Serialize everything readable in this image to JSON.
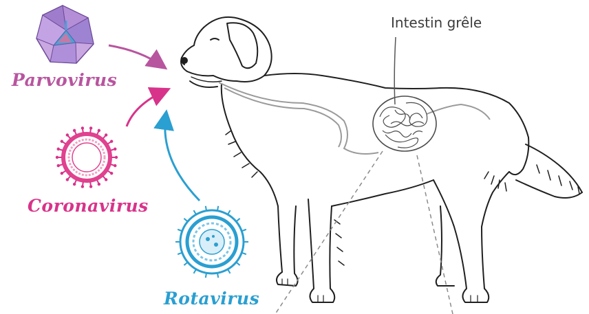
{
  "labels": {
    "parvovirus": "Parvovirus",
    "coronavirus": "Coronavirus",
    "rotavirus": "Rotavirus",
    "intestin": "Intestin grêle"
  },
  "colors": {
    "parvovirus": "#b8559f",
    "coronavirus": "#d8338a",
    "rotavirus": "#2a9fd1",
    "outline": "#1f1f1f",
    "tract": "#9a9a9a"
  },
  "icons": {
    "parvovirus": "icosahedral-capsid",
    "coronavirus": "spiked-ring",
    "rotavirus": "double-shell-wheel"
  }
}
